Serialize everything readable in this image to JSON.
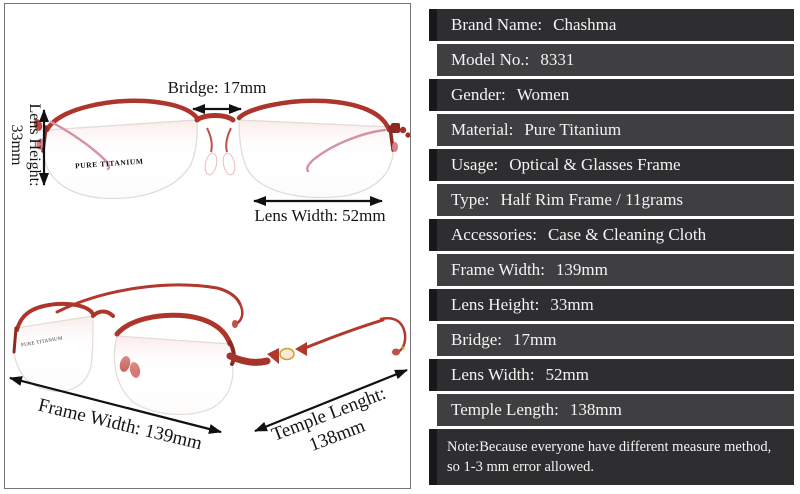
{
  "left_panel": {
    "top_view": {
      "bridge_label": "Bridge: 17mm",
      "lens_height_label_line1": "Lens Height:",
      "lens_height_label_line2": "33mm",
      "lens_width_label": "Lens Width: 52mm",
      "lens_marking": "PURE TITANIUM"
    },
    "side_view": {
      "frame_width_label": "Frame Width: 139mm",
      "temple_length_label_line1": "Temple Lenght:",
      "temple_length_label_line2": "138mm",
      "lens_marking": "PURE TITANIUM"
    }
  },
  "specs": {
    "colon": ":",
    "rows": [
      {
        "label": "Brand Name",
        "value": "Chashma"
      },
      {
        "label": "Model No.",
        "value": "8331"
      },
      {
        "label": "Gender",
        "value": "Women"
      },
      {
        "label": "Material",
        "value": "Pure Titanium"
      },
      {
        "label": "Usage",
        "value": "Optical & Glasses Frame"
      },
      {
        "label": "Type",
        "value": "Half Rim Frame / 11grams"
      },
      {
        "label": "Accessories",
        "value": "Case & Cleaning Cloth"
      },
      {
        "label": "Frame Width",
        "value": "139mm"
      },
      {
        "label": "Lens Height",
        "value": "33mm"
      },
      {
        "label": "Bridge",
        "value": "17mm"
      },
      {
        "label": "Lens Width",
        "value": "52mm"
      },
      {
        "label": "Temple Length",
        "value": "138mm"
      }
    ],
    "note_line1": "Note:Because everyone have different measure method,",
    "note_line2": "so 1-3 mm error allowed."
  },
  "colors": {
    "frame_red": "#ad352c",
    "frame_red_dark": "#8d2a23",
    "temple_pink": "#d492a5",
    "row_dark": "#2e2e30",
    "row_light": "#3f3f41",
    "tab_black": "#18181a",
    "panel_text": "#f3f3f3",
    "annotation_text": "#151515"
  }
}
